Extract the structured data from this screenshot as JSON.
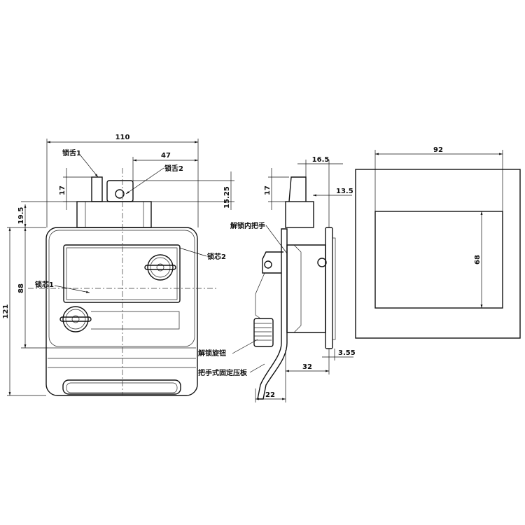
{
  "front_view": {
    "dims": {
      "width_total": "110",
      "tongue2_offset": "47",
      "tongue_height": "17",
      "tongue2_height": "15.25",
      "housing_height": "19.5",
      "upper_height": "88",
      "total_height": "121"
    },
    "labels": {
      "tongue1": "锁舌1",
      "tongue2": "锁舌2",
      "core1": "锁芯1",
      "core2": "锁芯2"
    }
  },
  "side_view": {
    "dims": {
      "top": "16.5",
      "tongue_height": "17",
      "offset": "13.5",
      "depth": "32",
      "flange": "3.55",
      "handle": "22"
    },
    "labels": {
      "inner_handle": "解锁内把手",
      "knob": "解锁旋钮",
      "plate": "把手式固定压板"
    }
  },
  "cutout_view": {
    "dims": {
      "width": "92",
      "height": "68"
    }
  }
}
